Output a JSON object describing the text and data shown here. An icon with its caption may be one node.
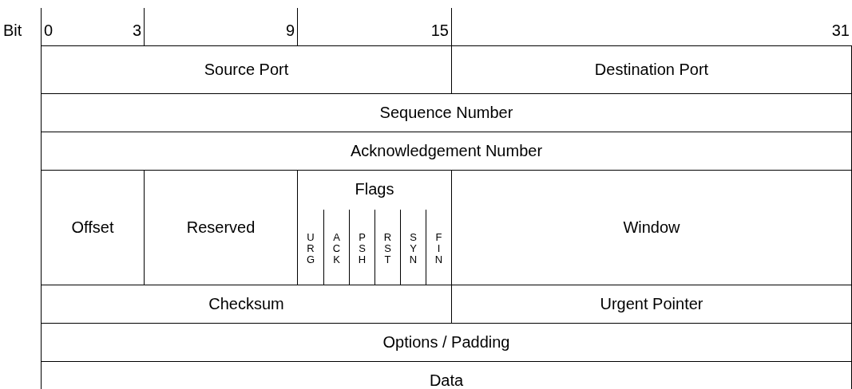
{
  "diagram": {
    "nodes": [
      {
        "text": [
          "Source Port"
        ]
      },
      {
        "text": [
          "Destination Port"
        ]
      },
      {
        "text": [
          "Sequence Number"
        ]
      },
      {
        "text": [
          "Acknowledgement Number"
        ]
      },
      {
        "text": [
          "Offset"
        ]
      },
      {
        "text": [
          "Reserved"
        ]
      },
      {
        "text": [
          "Flags"
        ]
      },
      {
        "text": [
          "URG"
        ],
        "in": 6
      },
      {
        "text": [
          "ACK"
        ],
        "in": 6
      },
      {
        "text": [
          "PSH"
        ],
        "in": 6
      },
      {
        "text": [
          "RST"
        ],
        "in": 6
      },
      {
        "text": [
          "SYN"
        ],
        "in": 6
      },
      {
        "text": [
          "FIN"
        ],
        "in": 6
      },
      {
        "text": [
          "Window"
        ]
      },
      {
        "text": [
          "Checksum"
        ]
      },
      {
        "text": [
          "Urgent Pointer"
        ]
      },
      {
        "text": [
          "Options / Padding"
        ]
      },
      {
        "text": [
          "Data"
        ]
      }
    ],
    "labels": [
      "Bit",
      "0",
      "3",
      "9",
      "15",
      "31"
    ]
  }
}
